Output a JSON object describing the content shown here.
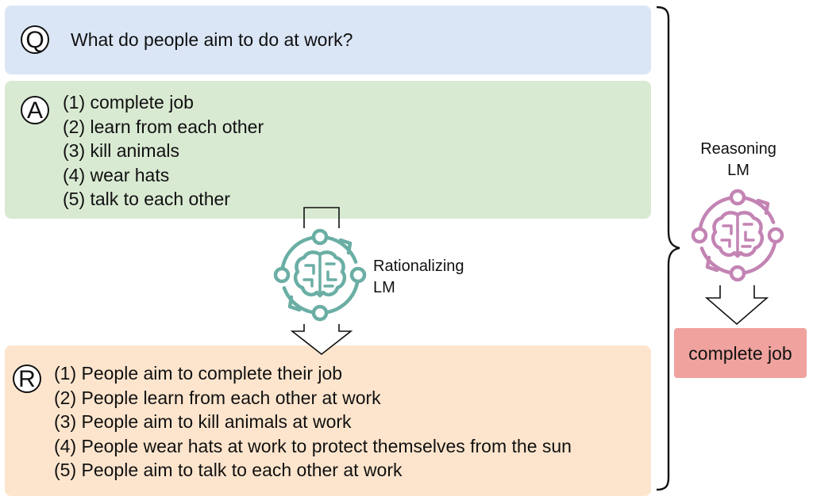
{
  "question": {
    "marker": "Q",
    "text": "What do people aim to do at work?"
  },
  "choices": {
    "marker": "A",
    "items": [
      "(1) complete job",
      "(2) learn from each other",
      "(3) kill animals",
      "(4) wear hats",
      "(5) talk to each other"
    ]
  },
  "rationales": {
    "marker": "R",
    "items": [
      "(1) People aim to complete their job",
      "(2) People learn from each other at work",
      "(3) People aim to kill animals at work",
      "(4) People wear hats at work to protect themselves from the sun",
      "(5) People aim to talk to each other at work"
    ]
  },
  "rationalizing_lm": {
    "line1": "Rationalizing",
    "line2": "LM",
    "icon": "brain-cycle-icon",
    "color": "#6aaea4"
  },
  "reasoning_lm": {
    "line1": "Reasoning",
    "line2": "LM",
    "icon": "brain-cycle-icon",
    "color": "#c384b4"
  },
  "answer": {
    "text": "complete job"
  },
  "colors": {
    "question_bg": "#dae6f6",
    "choices_bg": "#d9ead3",
    "rationales_bg": "#fde5cd",
    "answer_bg": "#f0a29e"
  }
}
